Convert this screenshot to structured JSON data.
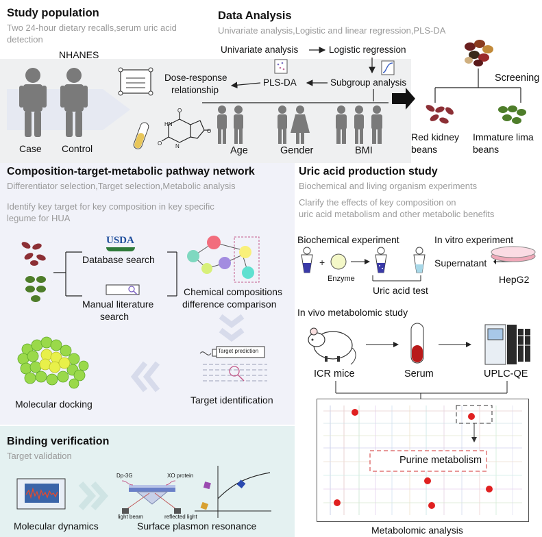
{
  "study_population": {
    "title": "Study population",
    "subtitle": "Two 24-hour dietary recalls,serum uric acid detection",
    "source": "NHANES",
    "case_label": "Case",
    "control_label": "Control"
  },
  "data_analysis": {
    "title": "Data Analysis",
    "subtitle": "Univariate analysis,Logistic and linear regression,PLS-DA",
    "univariate": "Univariate analysis",
    "logistic": "Logistic regression",
    "dose_response_1": "Dose-response",
    "dose_response_2": "relationship",
    "plsda": "PLS-DA",
    "subgroup": "Subgroup analysis",
    "age": "Age",
    "gender": "Gender",
    "bmi": "BMI",
    "screening": "Screening",
    "red_kidney_1": "Red kidney",
    "red_kidney_2": "beans",
    "lima_1": "Immature lima",
    "lima_2": "beans"
  },
  "network": {
    "title": "Composition-target-metabolic pathway network",
    "subtitle": "Differentiator selection,Target selection,Metabolic analysis",
    "goal_1": "Identify key target for key composition in key specific",
    "goal_2": "legume for HUA",
    "usda": "USDA",
    "database_search": "Database search",
    "manual_1": "Manual literature",
    "manual_2": "search",
    "chem_1": "Chemical compositions",
    "chem_2": "difference comparison",
    "target_prediction": "Target prediction",
    "target_identification": "Target identification",
    "molecular_docking": "Molecular docking"
  },
  "uric_acid": {
    "title": "Uric acid production study",
    "subtitle": "Biochemical and living organism experiments",
    "goal_1": "Clarify the effects of key composition on",
    "goal_2": "uric acid metabolism and other metabolic benefits",
    "biochem": "Biochemical experiment",
    "invitro": "In vitro experiment",
    "enzyme": "Enzyme",
    "supernatant": "Supernatant",
    "hepg2": "HepG2",
    "uric_test": "Uric acid test",
    "invivo": "In vivo metabolomic study",
    "icr": "ICR mice",
    "serum": "Serum",
    "uplc": "UPLC-QE",
    "purine": "Purine metabolism",
    "metabolomic": "Metabolomic analysis"
  },
  "binding": {
    "title": "Binding verification",
    "subtitle": "Target validation",
    "dp3g": "Dp-3G",
    "xo": "XO protein",
    "light_beam": "light beam",
    "reflected": "reflected light",
    "md": "Molecular dynamics",
    "spr": "Surface plasmon resonance"
  },
  "colors": {
    "panel_bg": "#eef0f8",
    "binding_bg": "#e3f0f0",
    "person": "#7a7a7a",
    "red_bean": "#8c2f35",
    "green_bean": "#4e7d2a",
    "dot_red": "#e02020"
  }
}
